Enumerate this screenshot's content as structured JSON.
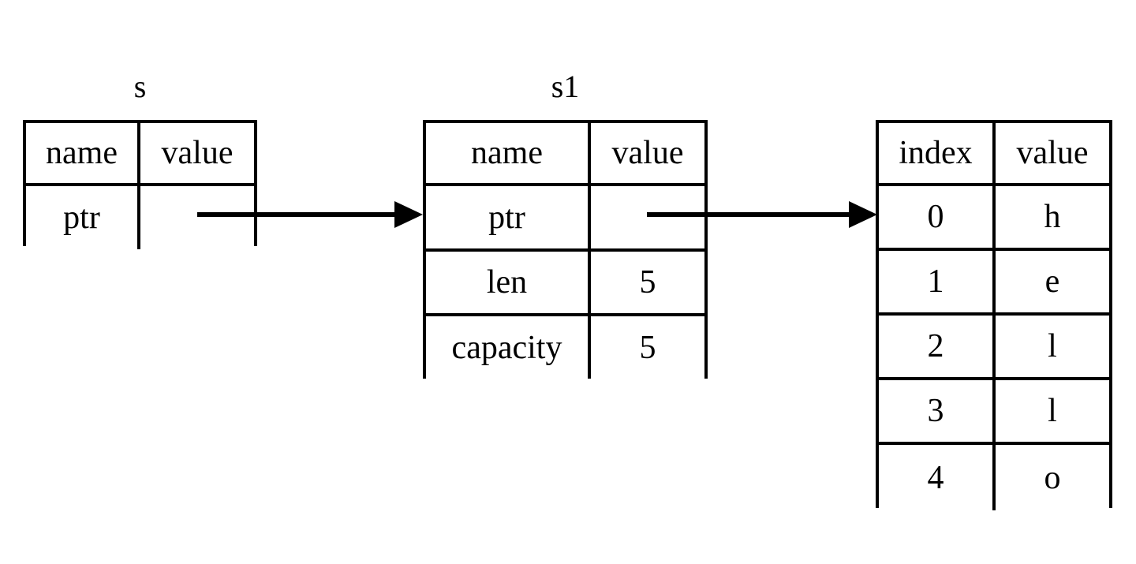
{
  "diagram": {
    "background": "#ffffff",
    "line_color": "#000000",
    "structures": [
      {
        "title": "s",
        "header": {
          "name": "name",
          "value": "value"
        },
        "rows": [
          {
            "name": "ptr",
            "value": ""
          }
        ]
      },
      {
        "title": "s1",
        "header": {
          "name": "name",
          "value": "value"
        },
        "rows": [
          {
            "name": "ptr",
            "value": ""
          },
          {
            "name": "len",
            "value": "5"
          },
          {
            "name": "capacity",
            "value": "5"
          }
        ]
      },
      {
        "title": "",
        "header": {
          "name": "index",
          "value": "value"
        },
        "rows": [
          {
            "name": "0",
            "value": "h"
          },
          {
            "name": "1",
            "value": "e"
          },
          {
            "name": "2",
            "value": "l"
          },
          {
            "name": "3",
            "value": "l"
          },
          {
            "name": "4",
            "value": "o"
          }
        ]
      }
    ],
    "arrows": [
      {
        "from": "s.ptr",
        "to": "s1"
      },
      {
        "from": "s1.ptr",
        "to": "buffer"
      }
    ]
  }
}
